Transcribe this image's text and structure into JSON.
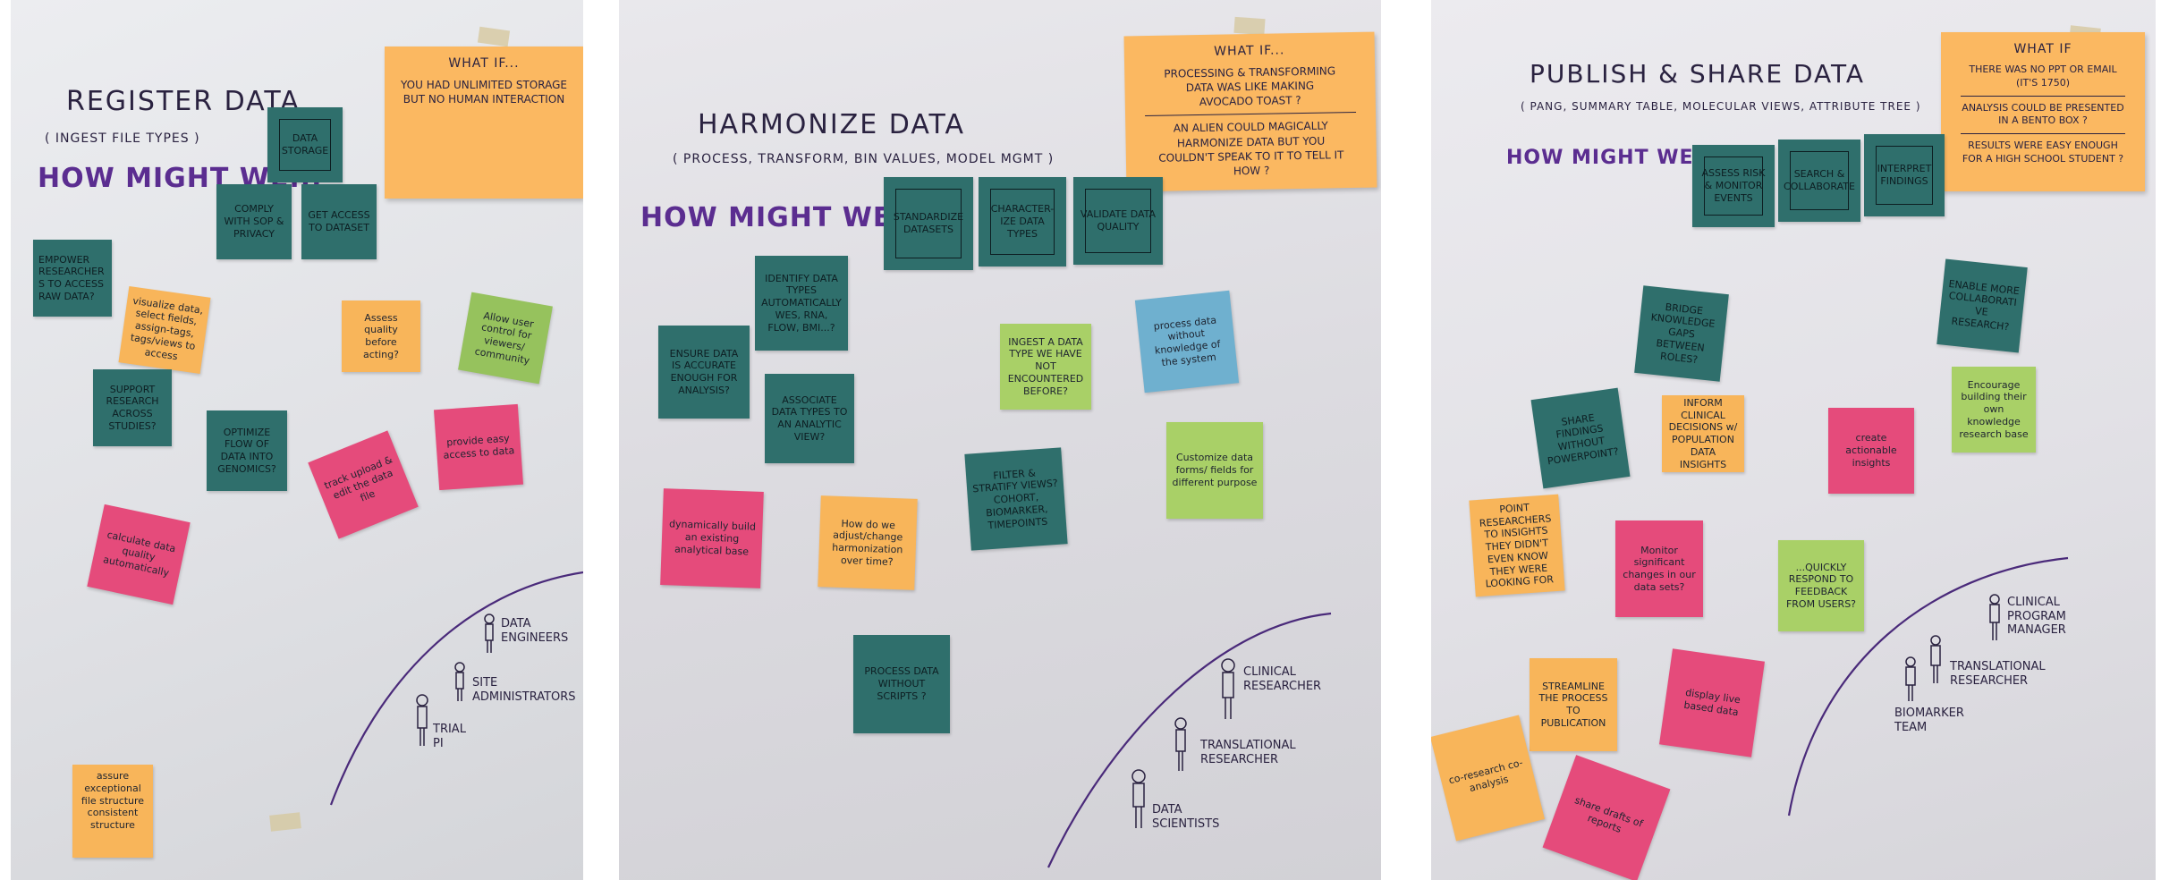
{
  "panels": [
    {
      "title": "REGISTER DATA",
      "subtitle": "( INGEST FILE TYPES )",
      "how_might_we": "HOW MIGHT WE...",
      "what_if": {
        "heading": "WHAT IF...",
        "lines": [
          "YOU HAD UNLIMITED STORAGE",
          "BUT NO HUMAN INTERACTION"
        ]
      },
      "categories": [
        "DATA STORAGE",
        "COMPLY WITH SOP & PRIVACY",
        "GET ACCESS TO DATASET"
      ],
      "notes": {
        "empower": "EMPOWER RESEARCHERS TO ACCESS RAW DATA?",
        "visualize": "visualize data, select fields, assign-tags, tags/views to access",
        "assess": "Assess quality before acting?",
        "allow": "Allow user control for viewers/ community",
        "support": "SUPPORT RESEARCH ACROSS STUDIES?",
        "optimize": "OPTIMIZE FLOW OF DATA INTO GENOMICS?",
        "pink1": "provide easy access to data",
        "pink2": "track upload & edit the data file",
        "pink3": "calculate data quality automatically",
        "assure": "assure exceptional file structure consistent structure",
        "consistent": ""
      },
      "personas": [
        "DATA ENGINEERS",
        "SITE ADMINISTRATORS",
        "TRIAL PI"
      ]
    },
    {
      "title": "HARMONIZE DATA",
      "subtitle": "( PROCESS, TRANSFORM, BIN VALUES, MODEL MGMT )",
      "how_might_we": "HOW MIGHT WE...",
      "what_if": {
        "heading": "WHAT IF...",
        "lines_a": [
          "PROCESSING & TRANSFORMING",
          "DATA WAS LIKE MAKING",
          "AVOCADO TOAST ?"
        ],
        "lines_b": [
          "AN ALIEN COULD MAGICALLY",
          "HARMONIZE DATA BUT YOU",
          "COULDN'T SPEAK TO IT TO TELL IT",
          "HOW ?"
        ]
      },
      "categories": [
        "STANDARDIZE DATASETS",
        "CHARACTER-IZE DATA TYPES",
        "VALIDATE DATA QUALITY"
      ],
      "notes": {
        "identify": "IDENTIFY DATA TYPES AUTOMATICALLY WES, RNA, FLOW, BMI...?",
        "ensure": "ENSURE DATA IS ACCURATE ENOUGH FOR ANALYSIS?",
        "ingest": "INGEST A DATA TYPE WE HAVE NOT ENCOUNTERED BEFORE?",
        "process_blue": "process data without knowledge of the system",
        "associate": "ASSOCIATE DATA TYPES TO AN ANALYTIC VIEW?",
        "filter": "FILTER & STRATIFY VIEWS? COHORT, BIOMARKER, TIMEPOINTS",
        "customize": "Customize data forms/ fields for different purpose",
        "dynamic": "dynamically build an existing analytical base",
        "adjust": "How do we adjust/change harmonization over time?",
        "process": "PROCESS DATA WITHOUT SCRIPTS ?"
      },
      "personas": [
        "CLINICAL RESEARCHER",
        "TRANSLATIONAL RESEARCHER",
        "DATA SCIENTISTS"
      ]
    },
    {
      "title": "PUBLISH & SHARE DATA",
      "subtitle": "( PANG, SUMMARY TABLE, MOLECULAR VIEWS, ATTRIBUTE TREE )",
      "how_might_we": "HOW MIGHT WE...",
      "what_if": {
        "heading": "WHAT IF",
        "lines_a": [
          "THERE WAS NO PPT OR EMAIL",
          "(IT'S 1750)"
        ],
        "lines_b": [
          "ANALYSIS COULD BE PRESENTED",
          "IN A BENTO BOX ?"
        ],
        "lines_c": [
          "RESULTS WERE EASY ENOUGH",
          "FOR A HIGH SCHOOL STUDENT ?"
        ]
      },
      "categories": [
        "ASSESS RISK & MONITOR EVENTS",
        "SEARCH & COLLABORATE",
        "INTERPRET FINDINGS"
      ],
      "notes": {
        "enable": "ENABLE MORE COLLABORATIVE RESEARCH?",
        "bridge": "BRIDGE KNOWLEDGE GAPS BETWEEN ROLES?",
        "share": "SHARE FINDINGS WITHOUT POWERPOINT?",
        "inform": "INFORM CLINICAL DECISIONS w/ POPULATION DATA INSIGHTS",
        "pink_mid": "create actionable insights",
        "encourage": "Encourage building their own knowledge research base",
        "point": "POINT RESEARCHERS TO INSIGHTS THEY DIDN'T EVEN KNOW THEY WERE LOOKING FOR",
        "monitor": "Monitor significant changes in our data sets?",
        "quickly": "...QUICKLY RESPOND TO FEEDBACK FROM USERS?",
        "streamline": "STREAMLINE THE PROCESS TO PUBLICATION",
        "display": "display live based data",
        "co": "co-research co-analysis",
        "pink_bottom": "share drafts of reports"
      },
      "personas": [
        "CLINICAL PROGRAM MANAGER",
        "TRANSLATIONAL RESEARCHER",
        "BIOMARKER TEAM"
      ]
    }
  ]
}
